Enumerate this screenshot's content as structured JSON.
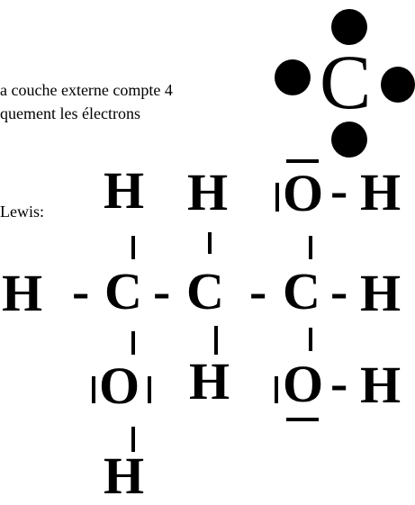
{
  "text": {
    "line1": "a couche externe compte 4",
    "line2": "quement les électrons",
    "line3": "Lewis:"
  },
  "lewis_carbon": {
    "symbol": "C",
    "valence_electrons": 4
  },
  "structure": {
    "top_row": [
      "H",
      "H",
      "O",
      "-",
      "H"
    ],
    "middle_row": [
      "H",
      "-",
      "C",
      "-",
      "C",
      "-",
      "C",
      "-",
      "H"
    ],
    "bottom_row": [
      "O",
      "H",
      "O",
      "-",
      "H"
    ],
    "base": "H"
  }
}
